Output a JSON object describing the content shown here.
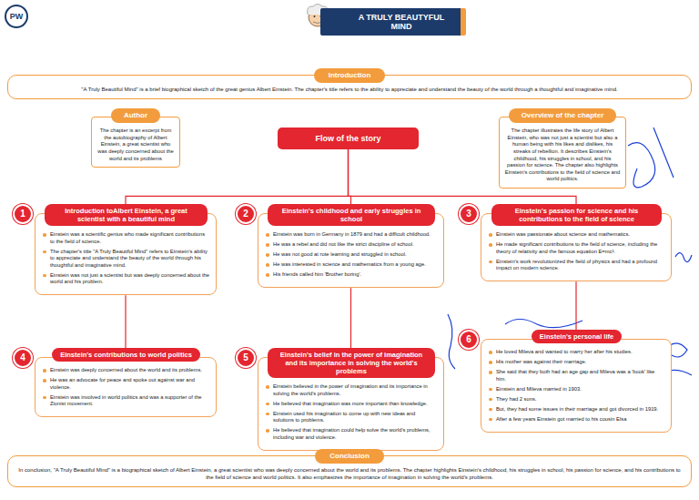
{
  "diagram": {
    "nodes": [
      {
        "text": [
          "A TRULY BEAUTYFUL MIND"
        ]
      },
      {
        "text": [
          "Introduction",
          "\"A Truly Beautiful Mind\" is a brief biographical sketch of the great genius Albert Einstein. The chapter's title refers to the ability to appreciate and understand the beauty of the world through a thoughtful and imaginative mind."
        ]
      },
      {
        "text": [
          "Author",
          "The chapter is an excerpt from the autobiography of Albert Einstein, a great scientist who was deeply concerned about the world and its problems"
        ]
      },
      {
        "text": [
          "Overview of the chapter",
          "The chapter illustrates the life story of Albert Einstein, who was not just a scientist but also a human being with his likes and dislikes, his streaks of rebellion. It describes Einstein's childhood, his struggles in school, and his passion for science. The chapter also highlights Einstein's contributions to the field of science and world politics."
        ]
      },
      {
        "text": [
          "Flow of the story"
        ]
      },
      {
        "text": [
          "1",
          "Introduction toAlbert Einstein, a great scientist with a beautiful mind",
          "Einstein was a scientific genius who made significant contributions to the field of science.",
          "The chapter's title \"A Truly Beautiful Mind\" refers to Einstein's ability to appreciate and understand the beauty of the world through his thoughtful and imaginative mind.",
          "Einstein was not just a scientist but was deeply concerned about the world and his problem."
        ]
      },
      {
        "text": [
          "2",
          "Einstein's childhood and early struggles in school",
          "Einstein was born in Germany in 1879 and had a difficult childhood.",
          "He was a rebel and did not like the strict discipline of school.",
          "He was not good at rote learning and struggled in school.",
          "He was interested in science and mathematics from a young age.",
          "His friends called him 'Brother boring'."
        ]
      },
      {
        "text": [
          "3",
          "Einstein's passion for science and his contributions to the field of science",
          "Einstein was passionate about science and mathematics.",
          "He made significant contributions to the field of science, including the theory of relativity and the famous equation E=mc².",
          "Einstein's work revolutionized the field of physics and had a profound impact on modern science."
        ]
      },
      {
        "text": [
          "4",
          "Einstein's contributions to world politics",
          "Einstein was deeply concerned about the world and its problems.",
          "He was an advocate for peace and spoke out against war and violence.",
          "Einstein was involved in world politics and was a supporter of the Zionist movement."
        ]
      },
      {
        "text": [
          "5",
          "Einstein's belief in the power of imagination and its importance in solving the world's problems",
          "Einstein believed in the power of imagination and its importance in solving the world's problems.",
          "He believed that imagination was more important than knowledge.",
          "Einstein used his imagination to come up with new ideas and solutions to problems.",
          "He believed that imagination could help solve the world's problems, including war and violence."
        ]
      },
      {
        "text": [
          "6",
          "Einstein's personal life",
          "He loved Mileva and wanted to marry her after his studies.",
          "His mother was against their marriage.",
          "She said that they both had an age gap and Mileva was a 'book' like him.",
          "Einstein and Mileva married in 1903.",
          "They had 2 sons.",
          "But, they had some issues in their marriage and got divorced in 1919.",
          "After a few years Einstein got married to his cousin Elsa"
        ]
      },
      {
        "text": [
          "Conclusion",
          "In conclusion, \"A Truly Beautiful Mind\" is a biographical sketch of Albert Einstein, a great scientist who was deeply concerned about the world and its problems. The chapter highlights Einstein's childhood, his struggles in school, his passion for science, and his contributions to the field of science and world politics. It also emphasizes the importance of imagination in solving the world's problems."
        ]
      }
    ],
    "edges": [
      {
        "from": 4,
        "to": 5,
        "arrow": "none"
      },
      {
        "from": 4,
        "to": 6,
        "arrow": "none"
      },
      {
        "from": 4,
        "to": 7,
        "arrow": "none"
      },
      {
        "from": 5,
        "to": 8,
        "arrow": "none"
      },
      {
        "from": 6,
        "to": 9,
        "arrow": "none"
      },
      {
        "from": 7,
        "to": 10,
        "arrow": "none"
      }
    ],
    "labels": [
      "PW"
    ]
  }
}
